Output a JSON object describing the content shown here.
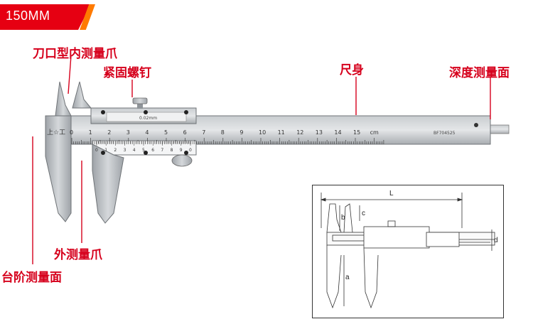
{
  "badge": {
    "text": "150MM"
  },
  "labels": {
    "inner_jaw": "刀口型内测量爪",
    "lock_screw": "紧固螺钉",
    "main_beam": "尺身",
    "depth_face": "深度测量面",
    "outer_jaw": "外测量爪",
    "step_face": "台阶测量面"
  },
  "caliper": {
    "main_scale_numbers": [
      "0",
      "1",
      "2",
      "3",
      "4",
      "5",
      "6",
      "7",
      "8",
      "9",
      "10",
      "11",
      "12",
      "13",
      "14",
      "15",
      "cm"
    ],
    "brand_mark": "上☆工",
    "serial": "BF704525",
    "vernier_precision": "0.02mm",
    "vernier_numbers": [
      "0",
      "1",
      "2",
      "3",
      "4",
      "5",
      "6",
      "7",
      "8",
      "9",
      "0"
    ]
  },
  "schematic": {
    "dim_L": "L",
    "dim_b": "b",
    "dim_c": "c",
    "dim_a": "a",
    "dim_d": "d"
  },
  "colors": {
    "accent_red": "#d6001c",
    "badge_red": "#e60012",
    "badge_orange": "#ff7a00"
  }
}
